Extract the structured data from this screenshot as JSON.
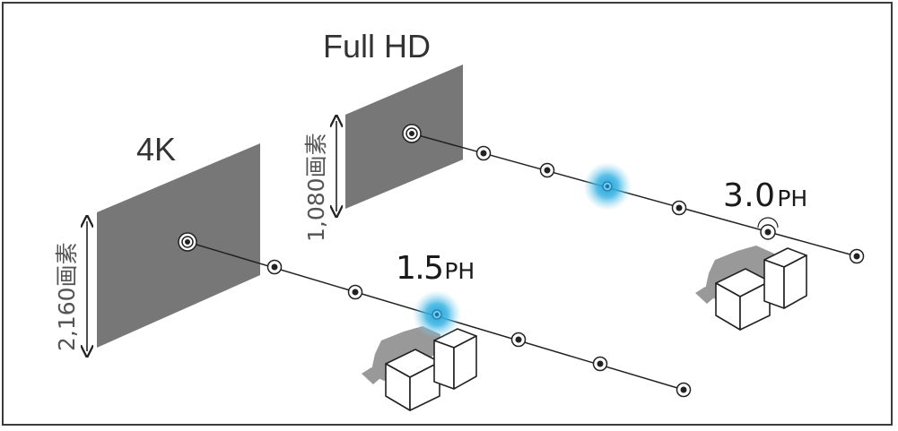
{
  "fhd": {
    "title": "Full HD",
    "pixels": "1,080画素",
    "distance_value": "3.0",
    "distance_unit": "PH"
  },
  "uhd": {
    "title": "4K",
    "pixels": "2,160画素",
    "distance_value": "1.5",
    "distance_unit": "PH"
  },
  "colors": {
    "screen": "#777777",
    "glow": "#21a6d8",
    "line": "#222222",
    "frame": "#3c3c3c"
  }
}
